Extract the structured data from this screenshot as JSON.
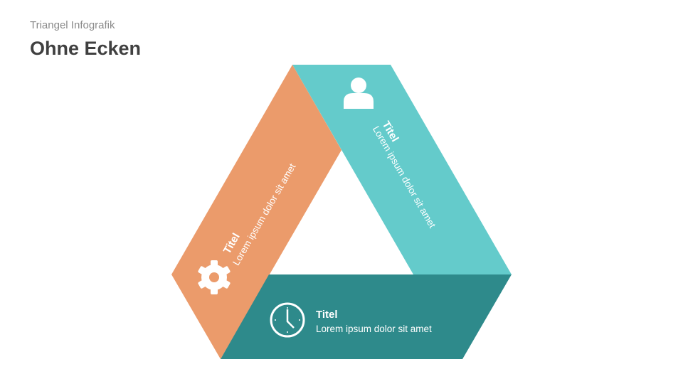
{
  "header": {
    "subtitle": "Triangel Infografik",
    "title": "Ohne Ecken"
  },
  "colors": {
    "orange": "#EB9B6B",
    "light_teal": "#64CBCB",
    "dark_teal": "#2E8A8B"
  },
  "segments": [
    {
      "id": "left",
      "title": "Titel",
      "text": "Lorem ipsum dolor sit amet",
      "icon": "gear-icon"
    },
    {
      "id": "right",
      "title": "Titel",
      "text": "Lorem ipsum dolor sit amet",
      "icon": "user-icon"
    },
    {
      "id": "bottom",
      "title": "Titel",
      "text": "Lorem ipsum dolor sit amet",
      "icon": "clock-icon"
    }
  ]
}
